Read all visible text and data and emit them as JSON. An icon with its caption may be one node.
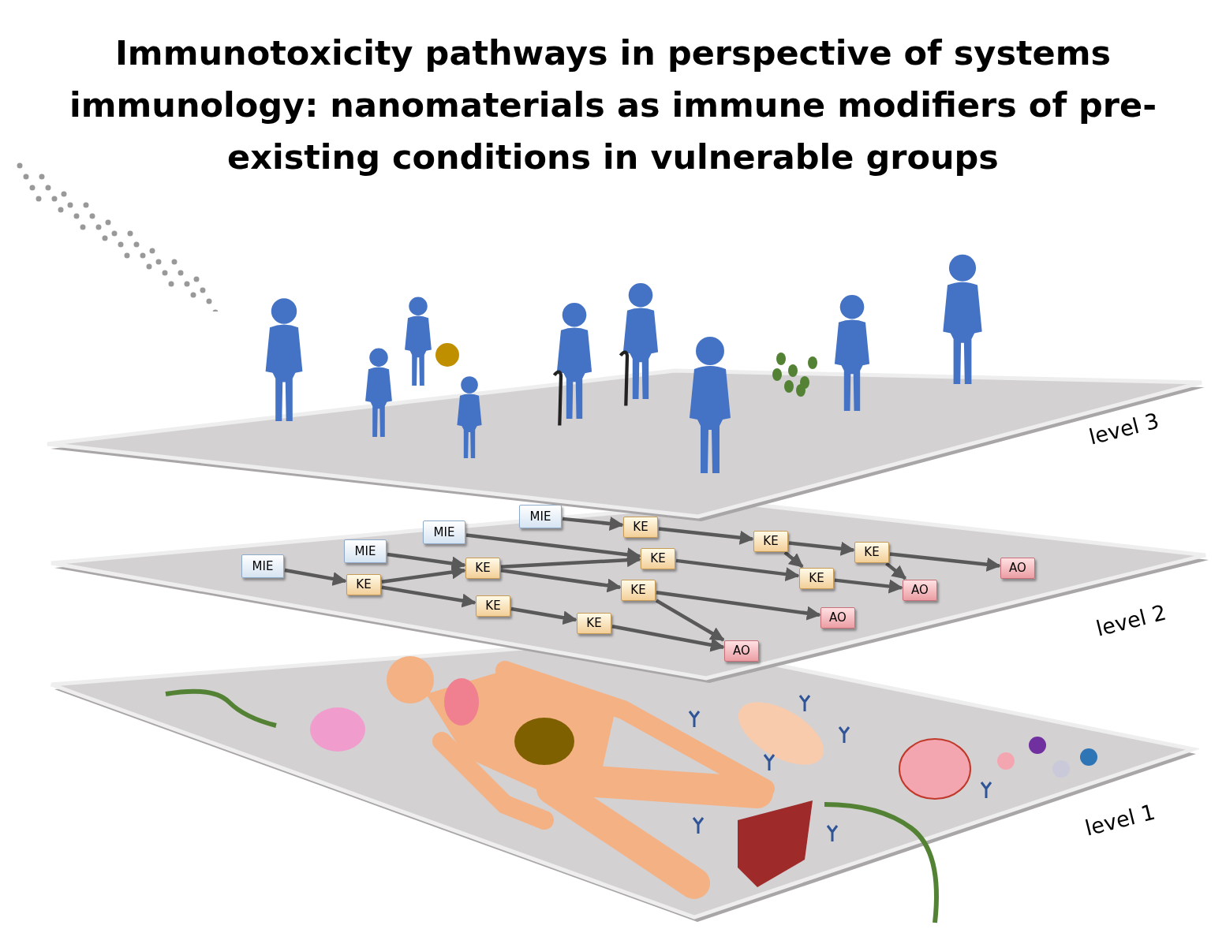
{
  "diagram": {
    "title": "Immunotoxicity pathways in perspective of systems immunology: nanomaterials as immune modifiers of pre-existing conditions in vulnerable groups",
    "nodes": [
      {
        "text": [
          "level 3"
        ]
      },
      {
        "text": [
          "level 2"
        ]
      },
      {
        "text": [
          "MIE"
        ],
        "in": 1
      },
      {
        "text": [
          "KE"
        ],
        "in": 1
      },
      {
        "text": [
          "MIE"
        ],
        "in": 1
      },
      {
        "text": [
          "KE"
        ],
        "in": 1
      },
      {
        "text": [
          "MIE"
        ],
        "in": 1
      },
      {
        "text": [
          "KE"
        ],
        "in": 1
      },
      {
        "text": [
          "KE"
        ],
        "in": 1
      },
      {
        "text": [
          "MIE"
        ],
        "in": 1
      },
      {
        "text": [
          "KE"
        ],
        "in": 1
      },
      {
        "text": [
          "AO"
        ],
        "in": 1
      },
      {
        "text": [
          "KE"
        ],
        "in": 1
      },
      {
        "text": [
          "KE"
        ],
        "in": 1
      },
      {
        "text": [
          "KE"
        ],
        "in": 1
      },
      {
        "text": [
          "AO"
        ],
        "in": 1
      },
      {
        "text": [
          "KE"
        ],
        "in": 1
      },
      {
        "text": [
          "AO"
        ],
        "in": 1
      },
      {
        "text": [
          "KE"
        ],
        "in": 1
      },
      {
        "text": [
          "AO"
        ],
        "in": 1
      },
      {
        "text": [
          "level 1"
        ]
      }
    ],
    "edges": [
      {
        "from": 9,
        "to": 13,
        "arrow": "to"
      },
      {
        "from": 6,
        "to": 10,
        "arrow": "to"
      },
      {
        "from": 4,
        "to": 8,
        "arrow": "to"
      },
      {
        "from": 2,
        "to": 3,
        "arrow": "to"
      },
      {
        "from": 13,
        "to": 10,
        "arrow": "to"
      },
      {
        "from": 13,
        "to": 16,
        "arrow": "to"
      },
      {
        "from": 10,
        "to": 8,
        "arrow": "to"
      },
      {
        "from": 10,
        "to": 14,
        "arrow": "to"
      },
      {
        "from": 16,
        "to": 18,
        "arrow": "to"
      },
      {
        "from": 18,
        "to": 19,
        "arrow": "to"
      },
      {
        "from": 3,
        "to": 5,
        "arrow": "to"
      },
      {
        "from": 5,
        "to": 7,
        "arrow": "to"
      },
      {
        "from": 5,
        "to": 12,
        "arrow": "to"
      },
      {
        "from": 8,
        "to": 12,
        "arrow": "to"
      },
      {
        "from": 7,
        "to": 11,
        "arrow": "to"
      },
      {
        "from": 7,
        "to": 15,
        "arrow": "to"
      },
      {
        "from": 12,
        "to": 15,
        "arrow": "to"
      },
      {
        "from": 14,
        "to": 17,
        "arrow": "to"
      },
      {
        "from": 14,
        "to": 19,
        "arrow": "to"
      }
    ]
  }
}
